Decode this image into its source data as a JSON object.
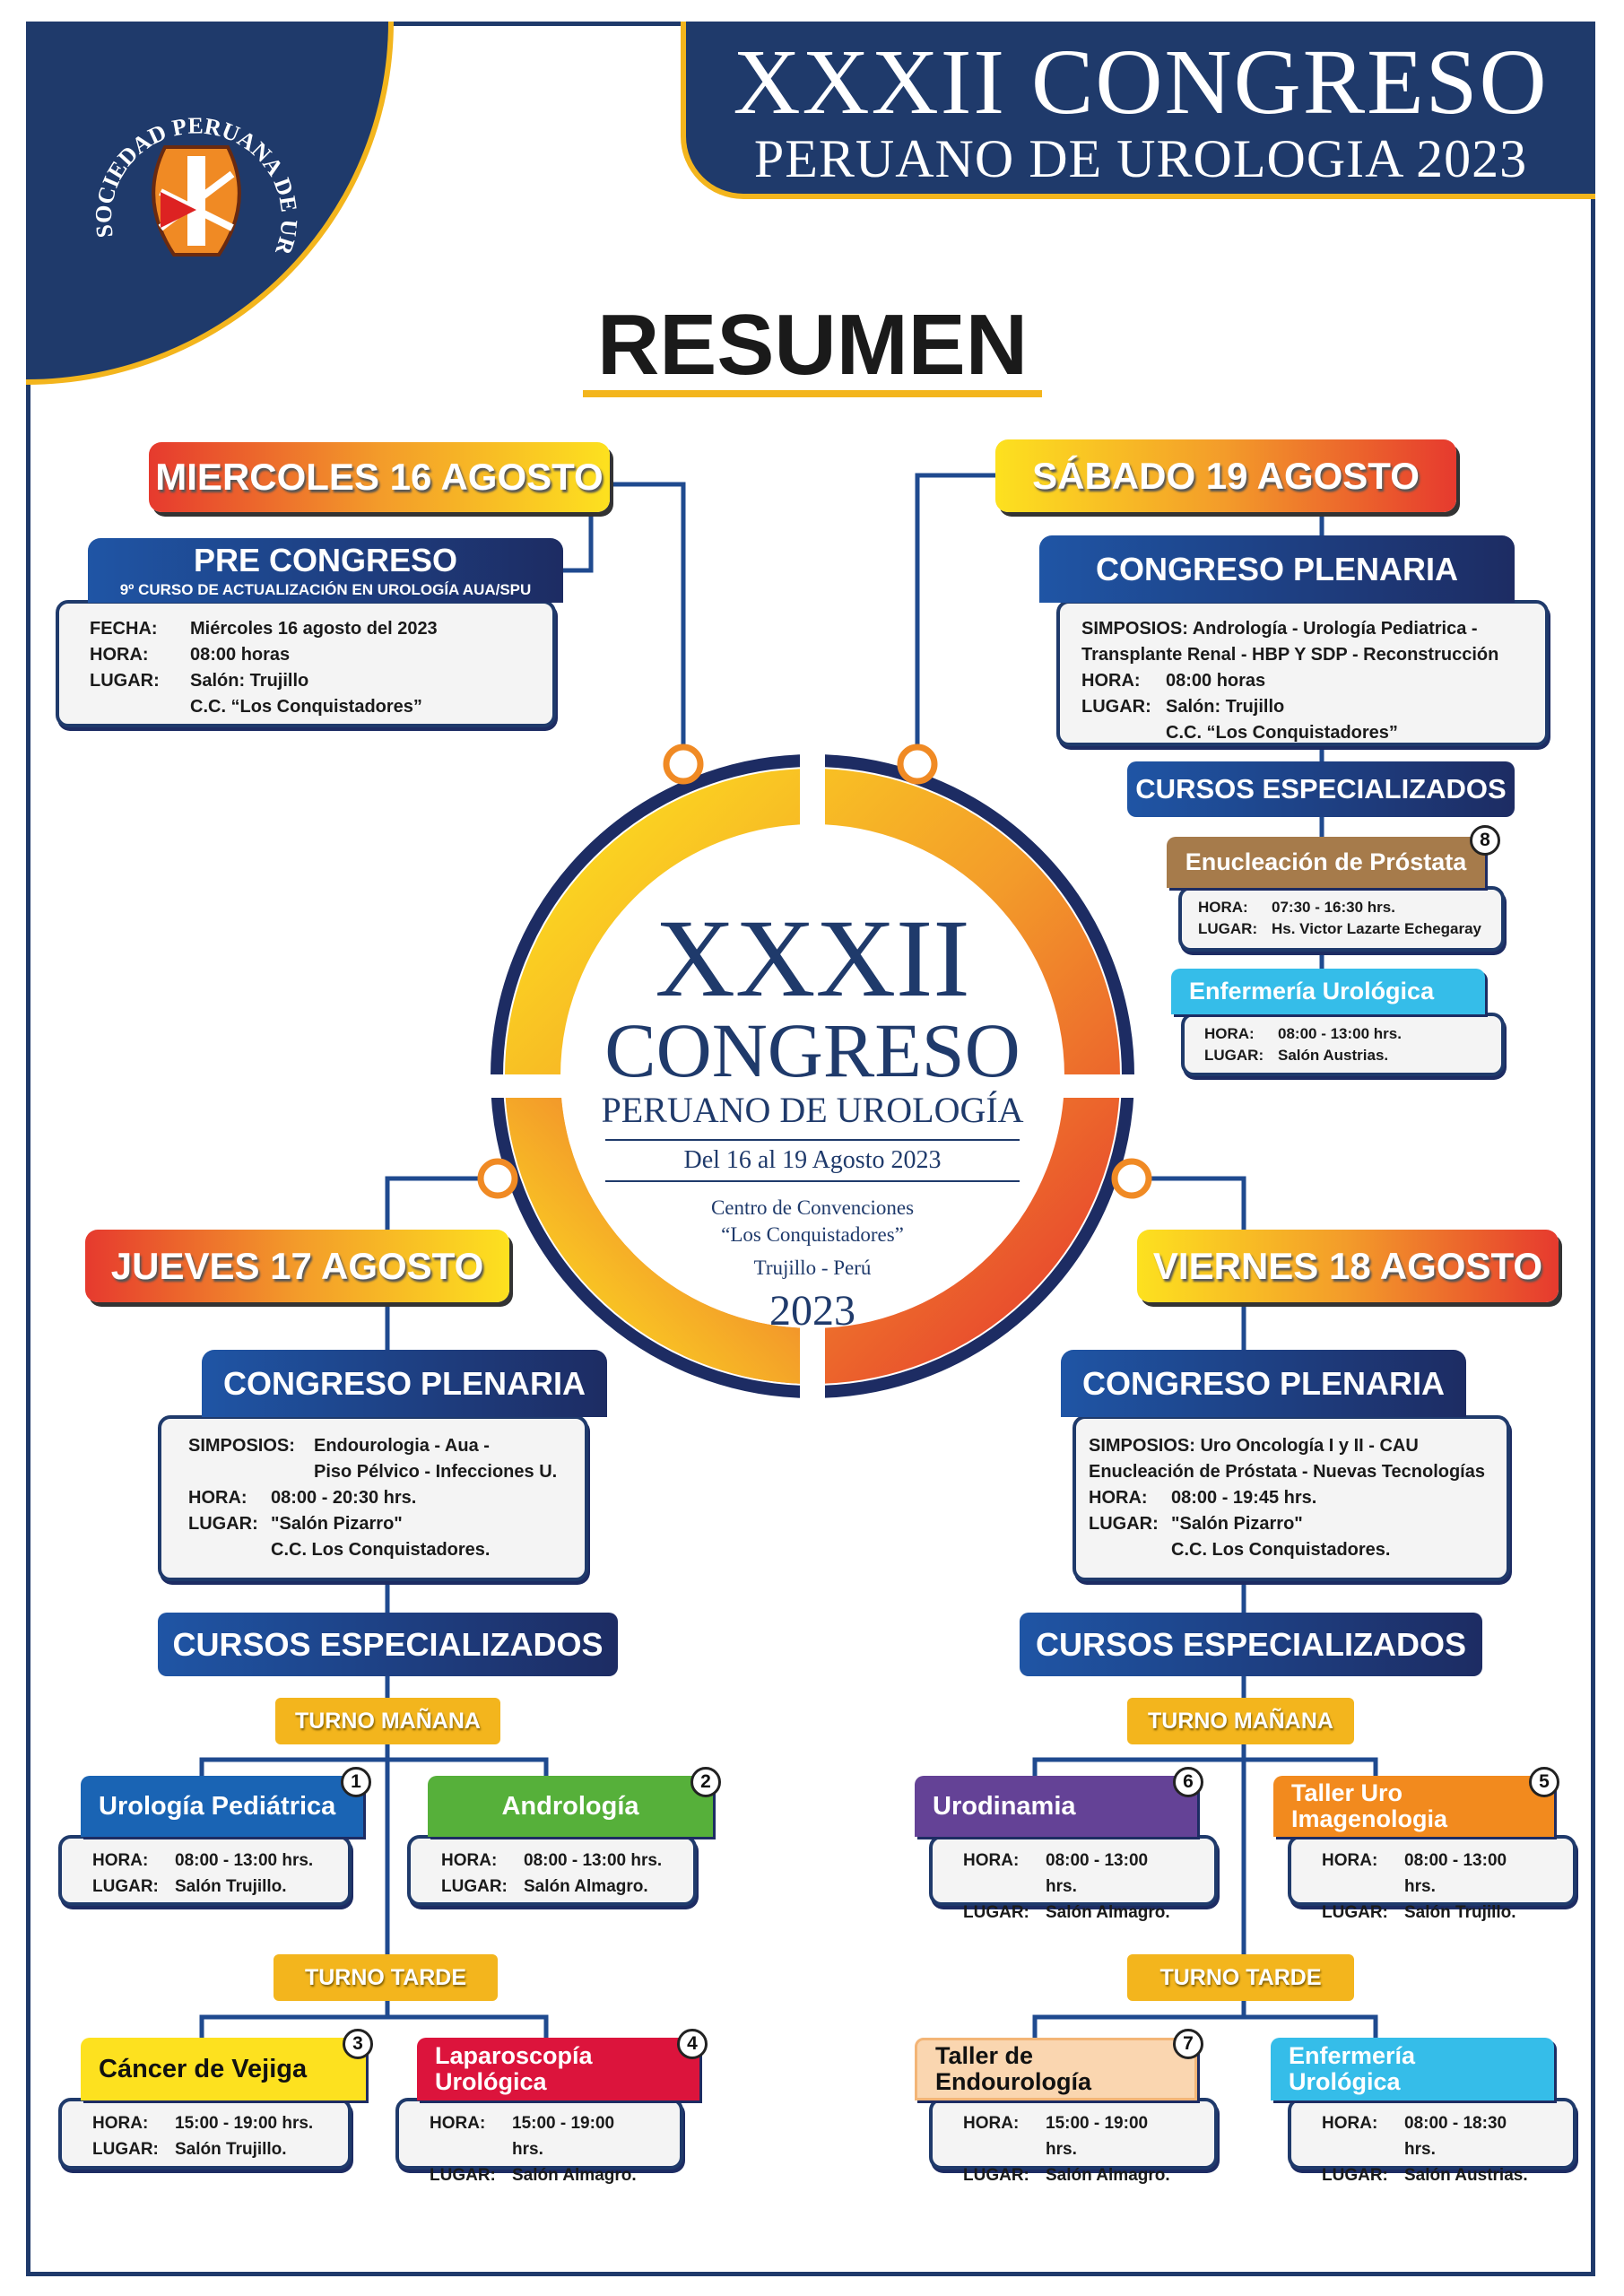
{
  "logo": {
    "text": "SOCIEDAD PERUANA DE UROLOGIA"
  },
  "banner": {
    "title": "XXXII CONGRESO",
    "subtitle": "PERUANO DE UROLOGIA 2023"
  },
  "heading": "RESUMEN",
  "center": {
    "line1": "XXXII",
    "line2": "CONGRESO",
    "line3": "PERUANO DE UROLOGÍA",
    "dates": "Del 16 al 19 Agosto 2023",
    "venue1": "Centro de Convenciones",
    "venue2": "“Los Conquistadores”",
    "city": "Trujillo - Perú",
    "year": "2023"
  },
  "miercoles": {
    "day": "MIERCOLES 16 AGOSTO",
    "header": "PRE CONGRESO",
    "subheader": "9º CURSO DE ACTUALIZACIÓN EN UROLOGÍA AUA/SPU",
    "rows": [
      {
        "k": "FECHA:",
        "v": "Miércoles 16 agosto del 2023"
      },
      {
        "k": "HORA:",
        "v": "08:00 horas"
      },
      {
        "k": "LUGAR:",
        "v": "Salón: Trujillo"
      },
      {
        "k": "",
        "v": "C.C. “Los Conquistadores”"
      }
    ]
  },
  "sabado": {
    "day": "SÁBADO 19 AGOSTO",
    "header": "CONGRESO PLENARIA",
    "simposios1": "SIMPOSIOS: Andrología - Urología Pediatrica -",
    "simposios2": "Transplante Renal - HBP Y SDP - Reconstrucción",
    "rows": [
      {
        "k": "HORA:",
        "v": "08:00 horas"
      },
      {
        "k": "LUGAR:",
        "v": "Salón: Trujillo"
      },
      {
        "k": "",
        "v": "C.C. “Los Conquistadores”"
      }
    ],
    "cursos": "CURSOS ESPECIALIZADOS",
    "courses": [
      {
        "num": "8",
        "title": "Enucleación de Próstata",
        "hora": "07:30 - 16:30 hrs.",
        "lugar": "Hs. Victor Lazarte Echegaray",
        "color": "#a67b4b"
      },
      {
        "title": "Enfermería Urológica",
        "hora": "08:00 - 13:00 hrs.",
        "lugar": "Salón Austrias.",
        "color": "#35bde9"
      }
    ]
  },
  "jueves": {
    "day": "JUEVES 17 AGOSTO",
    "header": "CONGRESO PLENARIA",
    "rows": [
      {
        "k": "SIMPOSIOS:",
        "v": "Endourologia - Aua -"
      },
      {
        "k": "",
        "v": "Piso Pélvico - Infecciones U."
      },
      {
        "k": "HORA:",
        "v": "08:00 - 20:30 hrs."
      },
      {
        "k": "LUGAR:",
        "v": "\"Salón Pizarro\""
      },
      {
        "k": "",
        "v": "C.C. Los Conquistadores."
      }
    ],
    "cursos": "CURSOS ESPECIALIZADOS",
    "turno_m": "TURNO MAÑANA",
    "turno_t": "TURNO TARDE",
    "courses": [
      {
        "num": "1",
        "title": "Urología Pediátrica",
        "hora": "08:00 - 13:00 hrs.",
        "lugar": "Salón Trujillo.",
        "color": "#1a64b4"
      },
      {
        "num": "2",
        "title": "Andrología",
        "hora": "08:00 - 13:00 hrs.",
        "lugar": "Salón Almagro.",
        "color": "#56b03a"
      },
      {
        "num": "3",
        "title": "Cáncer de Vejiga",
        "hora": "15:00 - 19:00 hrs.",
        "lugar": "Salón Trujillo.",
        "color": "#fde11f"
      },
      {
        "num": "4",
        "title": "Laparoscopía Urológica",
        "hora": "15:00 - 19:00 hrs.",
        "lugar": "Salón Almagro.",
        "color": "#dc143c"
      }
    ]
  },
  "viernes": {
    "day": "VIERNES 18 AGOSTO",
    "header": "CONGRESO PLENARIA",
    "simposios1": "SIMPOSIOS: Uro Oncología I y II - CAU",
    "simposios2": "Enucleación de Próstata - Nuevas Tecnologías",
    "rows": [
      {
        "k": "HORA:",
        "v": "08:00 - 19:45 hrs."
      },
      {
        "k": "LUGAR:",
        "v": "\"Salón Pizarro\""
      },
      {
        "k": "",
        "v": "C.C. Los Conquistadores."
      }
    ],
    "cursos": "CURSOS ESPECIALIZADOS",
    "turno_m": "TURNO MAÑANA",
    "turno_t": "TURNO TARDE",
    "courses": [
      {
        "num": "6",
        "title": "Urodinamia",
        "hora": "08:00 - 13:00 hrs.",
        "lugar": "Salón Almagro.",
        "color": "#644296"
      },
      {
        "num": "5",
        "title": "Taller Uro Imagenologia",
        "hora": "08:00 - 13:00 hrs.",
        "lugar": "Salón Trujillo.",
        "color": "#f28a1e"
      },
      {
        "num": "7",
        "title": "Taller de Endourología",
        "hora": "15:00 - 19:00 hrs.",
        "lugar": "Salón Almagro.",
        "color": "#fad6b0"
      },
      {
        "title": "Enfermería Urológica",
        "hora": "08:00 - 18:30 hrs.",
        "lugar": "Salón Austrias.",
        "color": "#35bde9"
      }
    ]
  },
  "labels": {
    "hora": "HORA:",
    "lugar": "LUGAR:"
  }
}
